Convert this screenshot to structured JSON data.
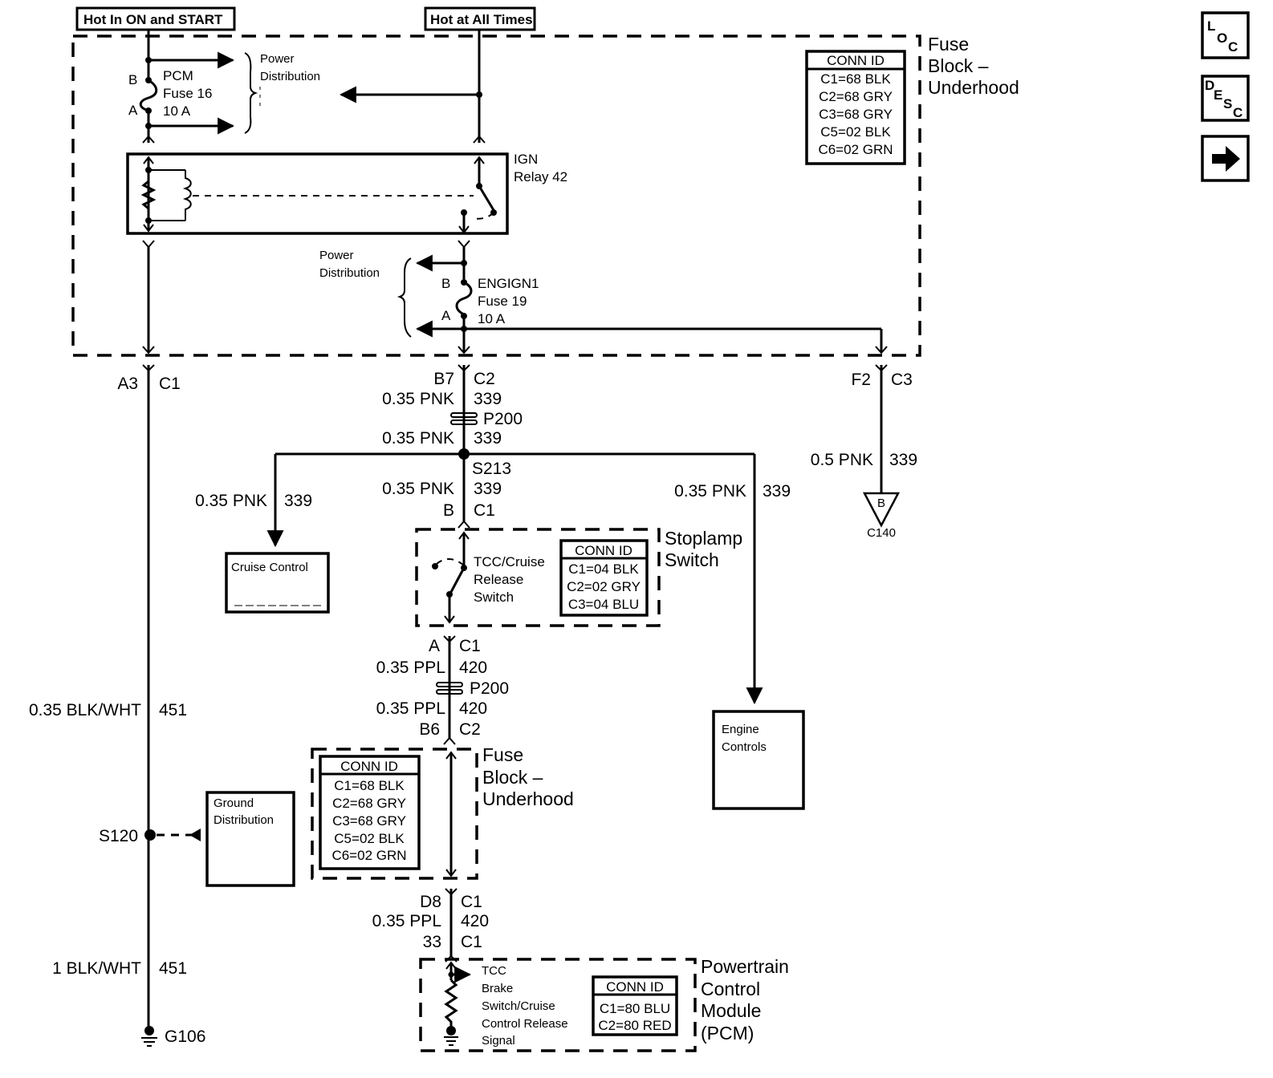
{
  "power_labels": {
    "hot_on_start": "Hot In ON and START",
    "hot_all_times": "Hot at All Times"
  },
  "fuse_block_top": {
    "title_line1": "Fuse",
    "title_line2": "Block –",
    "title_line3": "Underhood",
    "conn_id": {
      "header": "CONN ID",
      "rows": [
        "C1=68 BLK",
        "C2=68 GRY",
        "C3=68 GRY",
        "C5=02 BLK",
        "C6=02 GRN"
      ]
    },
    "pcm_fuse": {
      "pin_b": "B",
      "pin_a": "A",
      "line1": "PCM",
      "line2": "Fuse 16",
      "line3": "10 A"
    },
    "power_dist_1": {
      "line1": "Power",
      "line2": "Distribution"
    },
    "relay": {
      "line1": "IGN",
      "line2": "Relay 42"
    },
    "power_dist_2": {
      "line1": "Power",
      "line2": "Distribution"
    },
    "engign_fuse": {
      "pin_b": "B",
      "pin_a": "A",
      "line1": "ENGIGN1",
      "line2": "Fuse 19",
      "line3": "10 A"
    }
  },
  "connectors": {
    "a3": {
      "pin": "A3",
      "conn": "C1"
    },
    "b7": {
      "pin": "B7",
      "conn": "C2"
    },
    "f2": {
      "pin": "F2",
      "conn": "C3"
    },
    "stop_b": {
      "pin": "B",
      "conn": "C1"
    },
    "stop_a": {
      "pin": "A",
      "conn": "C1"
    },
    "b6": {
      "pin": "B6",
      "conn": "C2"
    },
    "d8": {
      "pin": "D8",
      "conn": "C1"
    },
    "pcm_33": {
      "pin": "33",
      "conn": "C1"
    }
  },
  "wires": {
    "w339_a": {
      "size_color": "0.35 PNK",
      "circuit": "339"
    },
    "w339_b": {
      "size_color": "0.35 PNK",
      "circuit": "339"
    },
    "w339_c": {
      "size_color": "0.35 PNK",
      "circuit": "339"
    },
    "w339_cruise": {
      "size_color": "0.35 PNK",
      "circuit": "339"
    },
    "w339_engine": {
      "size_color": "0.35 PNK",
      "circuit": "339"
    },
    "w339_c140": {
      "size_color": "0.5 PNK",
      "circuit": "339"
    },
    "w420_a": {
      "size_color": "0.35 PPL",
      "circuit": "420"
    },
    "w420_b": {
      "size_color": "0.35 PPL",
      "circuit": "420"
    },
    "w420_c": {
      "size_color": "0.35 PPL",
      "circuit": "420"
    },
    "w451_a": {
      "size_color": "0.35 BLK/WHT",
      "circuit": "451"
    },
    "w451_b": {
      "size_color": "1 BLK/WHT",
      "circuit": "451"
    }
  },
  "splices": {
    "p200_top": "P200",
    "p200_bottom": "P200",
    "s213": "S213",
    "s120": "S120"
  },
  "inline_connector": {
    "letter": "B",
    "name": "C140"
  },
  "components": {
    "cruise_control": "Cruise Control",
    "engine_controls": {
      "line1": "Engine",
      "line2": "Controls"
    },
    "ground_distribution": {
      "line1": "Ground",
      "line2": "Distribution"
    },
    "ground": "G106"
  },
  "stoplamp_switch": {
    "title_line1": "Stoplamp",
    "title_line2": "Switch",
    "switch_label": {
      "line1": "TCC/Cruise",
      "line2": "Release",
      "line3": "Switch"
    },
    "conn_id": {
      "header": "CONN ID",
      "rows": [
        "C1=04 BLK",
        "C2=02 GRY",
        "C3=04 BLU"
      ]
    }
  },
  "fuse_block_bottom": {
    "title_line1": "Fuse",
    "title_line2": "Block –",
    "title_line3": "Underhood",
    "conn_id": {
      "header": "CONN ID",
      "rows": [
        "C1=68 BLK",
        "C2=68 GRY",
        "C3=68 GRY",
        "C5=02 BLK",
        "C6=02 GRN"
      ]
    }
  },
  "pcm": {
    "title_line1": "Powertrain",
    "title_line2": "Control",
    "title_line3": "Module",
    "title_line4": "(PCM)",
    "signal_label": {
      "line1": "TCC",
      "line2": "Brake",
      "line3": "Switch/Cruise",
      "line4": "Control Release",
      "line5": "Signal"
    },
    "conn_id": {
      "header": "CONN ID",
      "rows": [
        "C1=80 BLU",
        "C2=80 RED"
      ]
    }
  },
  "nav_buttons": {
    "loc": {
      "l1": "L",
      "l2": "O",
      "l3": "C"
    },
    "desc": {
      "l1": "D",
      "l2": "E",
      "l3": "S",
      "l4": "C"
    }
  }
}
